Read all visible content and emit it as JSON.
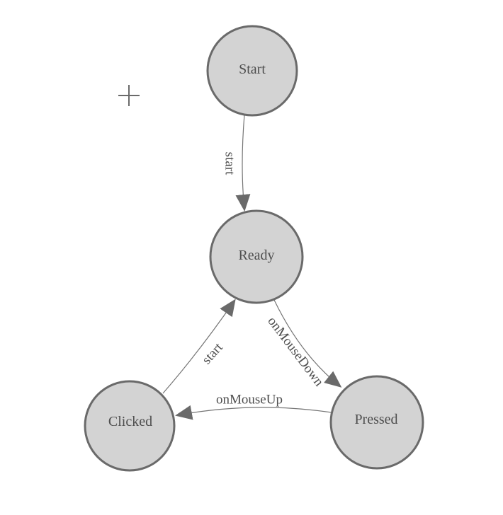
{
  "canvas": {
    "background": "#ffffff"
  },
  "palette": {
    "node_fill": "#d3d3d3",
    "node_stroke": "#6a6a6a",
    "edge_stroke": "#757575",
    "arrow_fill": "#6a6a6a",
    "label_color": "#4e4e4e"
  },
  "icons": {
    "origin_crosshair": "+"
  },
  "diagram": {
    "type": "state-machine",
    "nodes": [
      {
        "id": "start",
        "label": "Start"
      },
      {
        "id": "ready",
        "label": "Ready"
      },
      {
        "id": "clicked",
        "label": "Clicked"
      },
      {
        "id": "pressed",
        "label": "Pressed"
      }
    ],
    "edges": [
      {
        "from": "start",
        "to": "ready",
        "label": "start"
      },
      {
        "from": "ready",
        "to": "pressed",
        "label": "onMouseDown"
      },
      {
        "from": "pressed",
        "to": "clicked",
        "label": "onMouseUp"
      },
      {
        "from": "clicked",
        "to": "ready",
        "label": "start"
      }
    ]
  }
}
